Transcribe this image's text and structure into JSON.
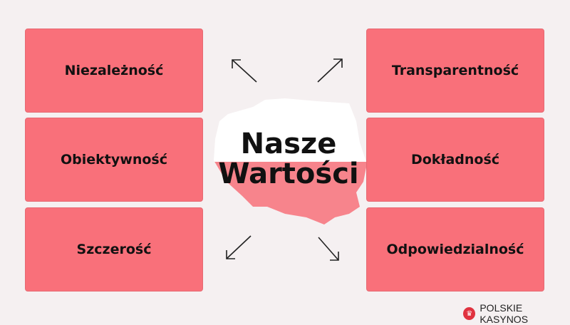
{
  "title": {
    "line1": "Nasze",
    "line2": "Wartości"
  },
  "left_values": [
    "Niezależność",
    "Obiektywność",
    "Szczerość"
  ],
  "right_values": [
    "Transparentność",
    "Dokładność",
    "Odpowiedzialność"
  ],
  "brand": {
    "name": "POLSKIE KASYNOS",
    "icon": "crown-icon"
  },
  "colors": {
    "box": "#f9707a",
    "background": "#f5f0f1",
    "map_top": "#ffffff",
    "map_bottom": "#f7848c"
  }
}
